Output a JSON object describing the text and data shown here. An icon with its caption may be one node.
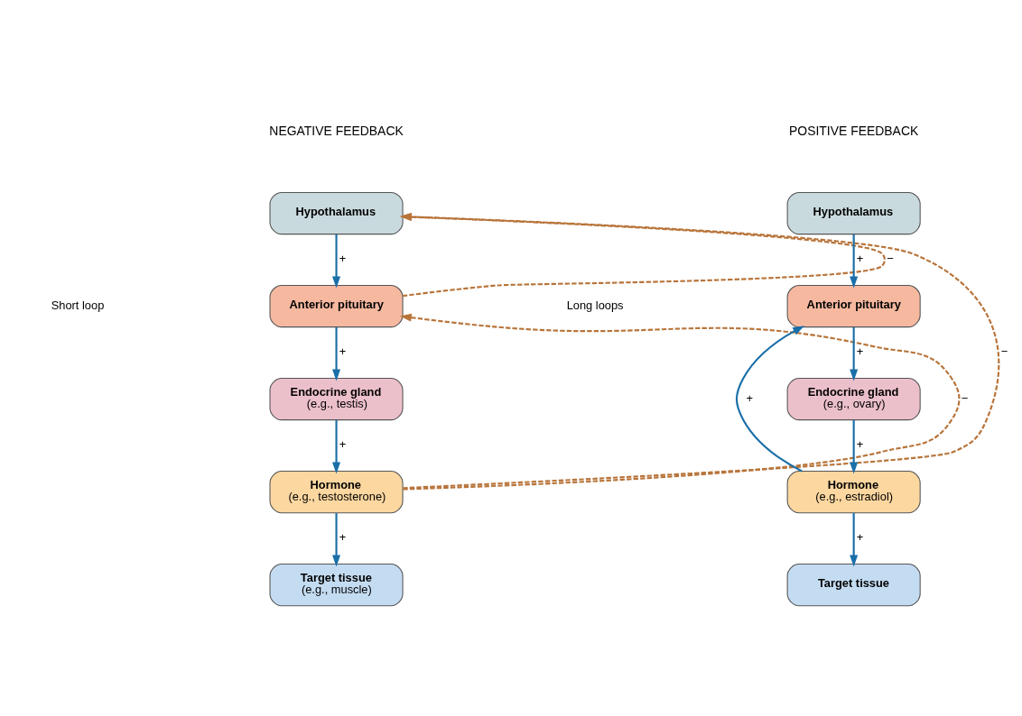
{
  "diagram": {
    "nodes": [
      {
        "text": [
          "Hypothalamus"
        ]
      },
      {
        "text": [
          "Anterior pituitary"
        ]
      },
      {
        "text": [
          "Endocrine gland",
          "(e.g., testis)"
        ]
      },
      {
        "text": [
          "Hormone",
          "(e.g., testosterone)"
        ]
      },
      {
        "text": [
          "Target tissue",
          "(e.g., muscle)"
        ]
      },
      {
        "text": [
          "Hypothalamus"
        ]
      },
      {
        "text": [
          "Anterior pituitary"
        ]
      },
      {
        "text": [
          "Endocrine gland",
          "(e.g., ovary)"
        ]
      },
      {
        "text": [
          "Hormone",
          "(e.g., estradiol)"
        ]
      },
      {
        "text": [
          "Target tissue"
        ]
      }
    ],
    "edges": [
      {
        "from": 0,
        "to": 1,
        "arrow": "to",
        "label": "+"
      },
      {
        "from": 1,
        "to": 2,
        "arrow": "to",
        "label": "+"
      },
      {
        "from": 2,
        "to": 3,
        "arrow": "to",
        "label": "+"
      },
      {
        "from": 3,
        "to": 4,
        "arrow": "to",
        "label": "+"
      },
      {
        "from": 1,
        "to": 0,
        "arrow": "to",
        "label": "−",
        "style": "dashed",
        "color": "#b8743a"
      },
      {
        "from": 3,
        "to": 1,
        "arrow": "to",
        "label": "−",
        "style": "dashed",
        "color": "#b8743a"
      },
      {
        "from": 3,
        "to": 0,
        "arrow": "to",
        "label": "−",
        "style": "dashed",
        "color": "#b8743a"
      },
      {
        "from": 5,
        "to": 6,
        "arrow": "to",
        "label": "+"
      },
      {
        "from": 6,
        "to": 7,
        "arrow": "to",
        "label": "+"
      },
      {
        "from": 7,
        "to": 8,
        "arrow": "to",
        "label": "+"
      },
      {
        "from": 8,
        "to": 9,
        "arrow": "to",
        "label": "+"
      },
      {
        "from": 8,
        "to": 6,
        "arrow": "to",
        "label": "+"
      }
    ],
    "labels": [
      "NEGATIVE FEEDBACK",
      "Short loop",
      "Long loops",
      "POSITIVE FEEDBACK"
    ]
  }
}
